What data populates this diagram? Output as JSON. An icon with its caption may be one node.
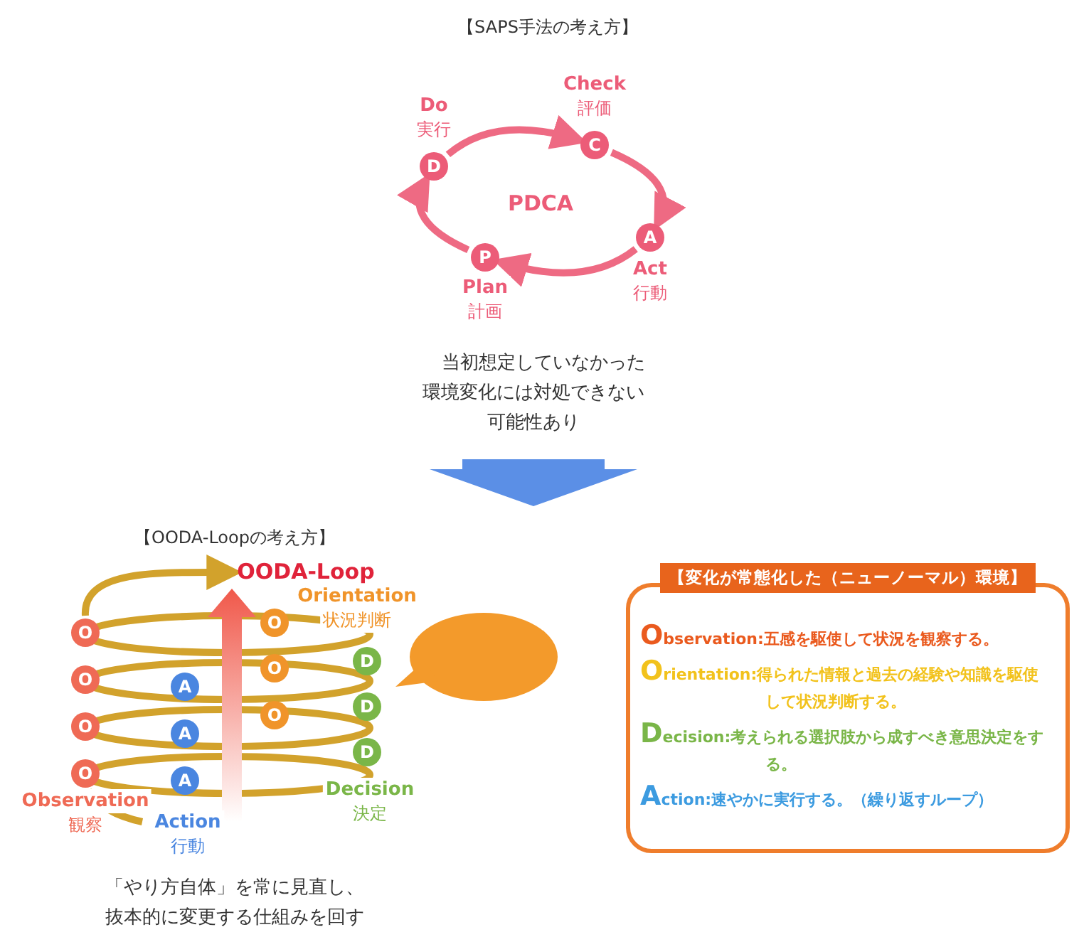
{
  "diagram": {
    "nodes": [
      {
        "text": [
          "D"
        ],
        "beside": [
          "Do",
          "実行"
        ]
      },
      {
        "text": [
          "C"
        ],
        "beside": [
          "Check",
          "評価"
        ]
      },
      {
        "text": [
          "A"
        ],
        "beside": [
          "Act",
          "行動"
        ]
      },
      {
        "text": [
          "P"
        ],
        "beside": [
          "Plan",
          "計画"
        ]
      },
      {
        "text": [
          "O"
        ]
      },
      {
        "text": [
          "O"
        ]
      },
      {
        "text": [
          "O"
        ]
      },
      {
        "text": [
          "O"
        ],
        "beside": [
          "Observation",
          "観察"
        ]
      },
      {
        "text": [
          "A"
        ]
      },
      {
        "text": [
          "A"
        ]
      },
      {
        "text": [
          "A"
        ],
        "beside": [
          "Action",
          "行動"
        ]
      },
      {
        "text": [
          "O"
        ],
        "beside": [
          "Orientation",
          "状況判断"
        ]
      },
      {
        "text": [
          "O"
        ]
      },
      {
        "text": [
          "O"
        ]
      },
      {
        "text": [
          "D"
        ]
      },
      {
        "text": [
          "D"
        ]
      },
      {
        "text": [
          "D"
        ],
        "beside": [
          "Decision",
          "決定"
        ]
      },
      {
        "text": [],
        "shape": "ellipse"
      },
      {
        "text": [
          "OODA-Loop"
        ]
      },
      {
        "text": [
          "【変化が常態化した（ニューノーマル）環境】",
          "Observation:五感を駆使して状況を観察する。",
          "Orientation:得られた情報と過去の経験や知識を駆使して状況判断する。",
          "Decision:考えられる選択肢から成すべき意思決定をする。",
          "Action:速やかに実行する。（繰り返すループ）"
        ]
      }
    ],
    "edges": [
      {
        "from": 0,
        "to": 1,
        "arrow": "to"
      },
      {
        "from": 1,
        "to": 2,
        "arrow": "to"
      },
      {
        "from": 2,
        "to": 3,
        "arrow": "to"
      },
      {
        "from": 3,
        "to": 0,
        "arrow": "to"
      },
      {
        "from": 4,
        "to": 18,
        "arrow": "to",
        "color": "#d2a22c"
      },
      {
        "from": null,
        "to": 18,
        "arrow": "to",
        "style": "thick",
        "color": "#f0584a"
      }
    ],
    "labels": [
      "【SAPS手法の考え方】",
      "PDCA",
      "当初想定していなかった環境変化には対処できない可能性あり",
      "【OODA-Loopの考え方】",
      "「やり方自体」を常に見直し、抜本的に変更する仕組みを回す"
    ]
  }
}
